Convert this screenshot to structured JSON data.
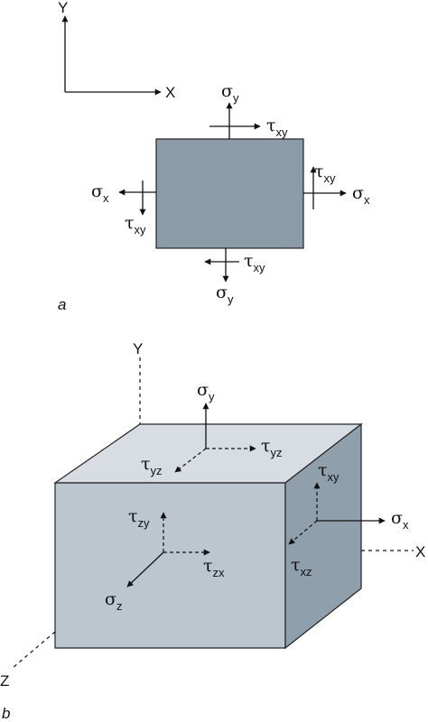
{
  "panel_a": {
    "label": "a",
    "axis_y": "Y",
    "axis_x": "X",
    "sigma": "σ",
    "tau": "τ",
    "sub_x": "x",
    "sub_y": "y",
    "sub_xy": "xy",
    "square_color": "#8b9ca8"
  },
  "panel_b": {
    "label": "b",
    "axis_y": "Y",
    "axis_x": "X",
    "axis_z": "Z",
    "sigma": "σ",
    "tau": "τ",
    "sub_x": "x",
    "sub_y": "y",
    "sub_z": "z",
    "sub_xy": "xy",
    "sub_xz": "xz",
    "sub_yz": "yz",
    "sub_zx": "zx",
    "sub_zy": "zy",
    "top_face_color": "#d7dde2",
    "front_face_color": "#bcc6ce",
    "side_face_color": "#8f9fac"
  }
}
